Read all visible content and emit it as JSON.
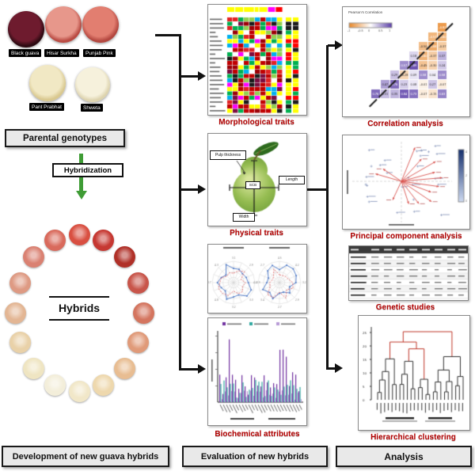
{
  "left": {
    "parents_title": "Parental genotypes",
    "parents": [
      {
        "label": "Black guava",
        "skin": "#2d0a12",
        "flesh": "#6e1b2e"
      },
      {
        "label": "Hisar Surkha",
        "skin": "#b94a42",
        "flesh": "#e7978b"
      },
      {
        "label": "Punjab Pink",
        "skin": "#b3473f",
        "flesh": "#e27e70"
      },
      {
        "label": "Pant Prabhat",
        "skin": "#d9c88f",
        "flesh": "#f1e8c4"
      },
      {
        "label": "Shweta",
        "skin": "#ddd3ae",
        "flesh": "#f6f1dc"
      }
    ],
    "hybridization_label": "Hybridization",
    "hybrids_label": "Hybrids",
    "hybrid_ring_colors": [
      "#d94f41",
      "#c63832",
      "#b03028",
      "#c8554a",
      "#d4755f",
      "#e09a79",
      "#e8bd92",
      "#eed8ad",
      "#f1e7c8",
      "#f3eeda",
      "#efe5c2",
      "#e9d1a8",
      "#e3b694",
      "#de9a83",
      "#da8172",
      "#d96a5c"
    ],
    "bottom_label": "Development of new guava hybrids"
  },
  "middle": {
    "sections": [
      {
        "label": "Morphological traits"
      },
      {
        "label": "Physical traits"
      },
      {
        "label": "Biochemical attributes"
      }
    ],
    "physical": {
      "pulp": "Pulp thickness",
      "length": "Length",
      "width": "Width",
      "center": "SCB"
    },
    "heatmap": {
      "rows": 22,
      "cols": 10,
      "palette": [
        "#9c0006",
        "#c00000",
        "#e32222",
        "#7b0c3f",
        "#00b050",
        "#92d050",
        "#ffff00",
        "#ff00ff",
        "#00b0f0",
        "#ffffff",
        "#c00000",
        "#1a1a1a",
        "#00b050",
        "#ffff00",
        "#c00000"
      ]
    },
    "bars": {
      "groups": 26,
      "colors": [
        "#7030a0",
        "#2fa8a0",
        "#b79ad6"
      ]
    },
    "bottom_label": "Evaluation of new hybrids"
  },
  "right": {
    "sections": [
      {
        "label": "Correlation analysis"
      },
      {
        "label": "Principal component analysis"
      },
      {
        "label": "Genetic studies"
      },
      {
        "label": "Hierarchical clustering"
      }
    ],
    "correlation": {
      "legend_title": "Pearson's Correlation",
      "traits": 9,
      "positive_color": "#5b3fa8",
      "negative_color": "#e8882a"
    },
    "pca": {
      "arrow_color": "#d9534f",
      "arrows": [
        {
          "a": -68,
          "l": 46
        },
        {
          "a": -48,
          "l": 38
        },
        {
          "a": -30,
          "l": 50
        },
        {
          "a": -15,
          "l": 44
        },
        {
          "a": -5,
          "l": 52
        },
        {
          "a": 8,
          "l": 48
        },
        {
          "a": 20,
          "l": 40
        },
        {
          "a": 34,
          "l": 46
        },
        {
          "a": 52,
          "l": 36
        },
        {
          "a": 72,
          "l": 30
        },
        {
          "a": 115,
          "l": 26
        },
        {
          "a": 196,
          "l": 34
        },
        {
          "a": 214,
          "l": 28
        }
      ]
    },
    "dendrogram": {
      "leaves": 24,
      "upper_link_color": "#c0392b",
      "lower_link_color": "#333333"
    },
    "bottom_label": "Analysis"
  }
}
